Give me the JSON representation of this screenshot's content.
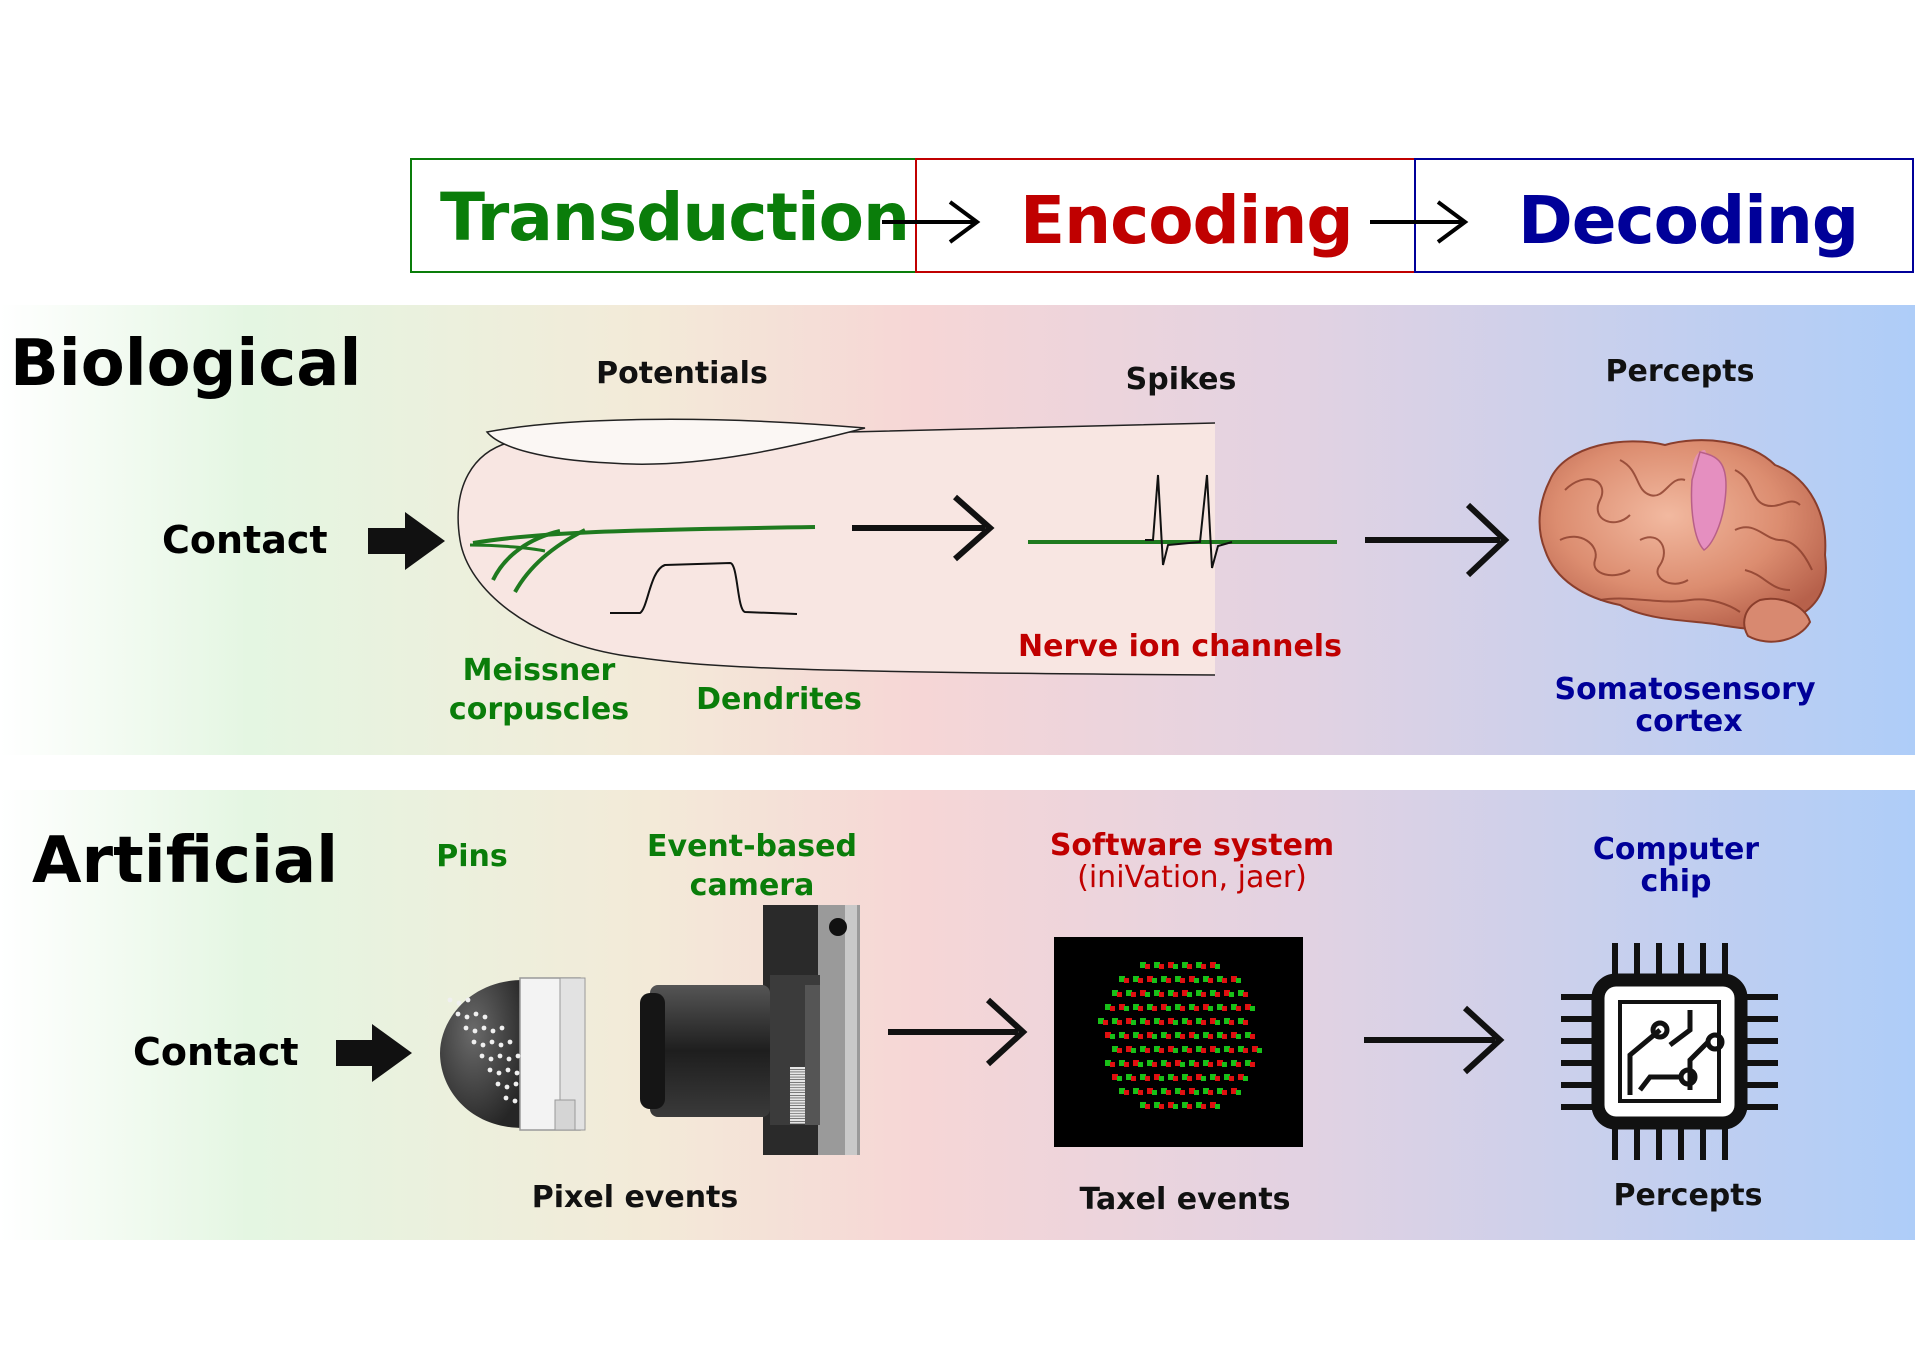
{
  "pipeline": {
    "transduction": "Transduction",
    "encoding": "Encoding",
    "decoding": "Decoding"
  },
  "colors": {
    "transduction": "#0a7d0a",
    "encoding": "#c00000",
    "decoding": "#000099"
  },
  "biological": {
    "title": "Biological",
    "contact": "Contact",
    "potentials": "Potentials",
    "spikes": "Spikes",
    "percepts": "Percepts",
    "meissner_line1": "Meissner",
    "meissner_line2": "corpuscles",
    "dendrites": "Dendrites",
    "nerve_ion_channels": "Nerve ion channels",
    "cortex_line1": "Somatosensory",
    "cortex_line2": "cortex"
  },
  "artificial": {
    "title": "Artificial",
    "contact": "Contact",
    "pins": "Pins",
    "camera_line1": "Event-based",
    "camera_line2": "camera",
    "software_line1": "Software system",
    "software_line2": "(iniVation, jaer)",
    "chip_line1": "Computer",
    "chip_line2": "chip",
    "pixel_events": "Pixel events",
    "taxel_events": "Taxel events",
    "percepts": "Percepts"
  }
}
